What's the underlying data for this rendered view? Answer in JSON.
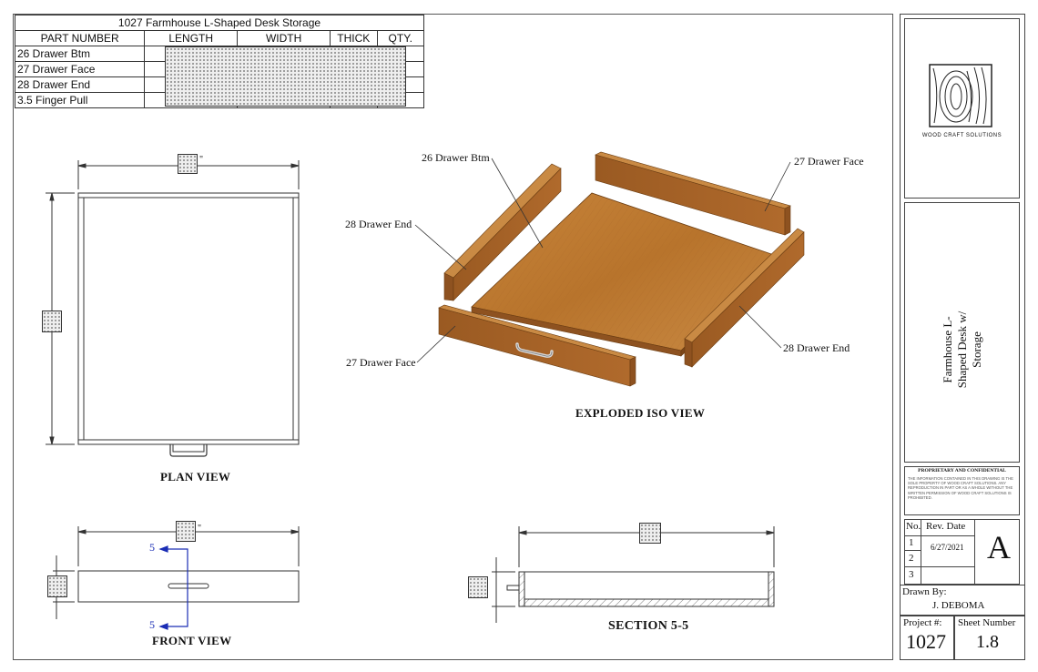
{
  "parts_table": {
    "title": "1027 Farmhouse L-Shaped Desk Storage",
    "headers": [
      "PART NUMBER",
      "LENGTH",
      "WIDTH",
      "THICK",
      "QTY."
    ],
    "rows": [
      "26 Drawer Btm",
      "27 Drawer Face",
      "28 Drawer End",
      "3.5 Finger Pull"
    ]
  },
  "views": {
    "plan": "PLAN VIEW",
    "exploded": "EXPLODED ISO VIEW",
    "front": "FRONT VIEW",
    "section": "SECTION 5-5"
  },
  "callouts": {
    "btm": "26 Drawer Btm",
    "end_left": "28 Drawer End",
    "face_top": "27 Drawer Face",
    "face_front": "27 Drawer Face",
    "end_right": "28 Drawer End"
  },
  "section_marks": {
    "top": "5",
    "bottom": "5"
  },
  "inch_marks": {
    "plan": "\"",
    "front": "\""
  },
  "title_block": {
    "company": "WOOD CRAFT SOLUTIONS",
    "project_name": "Farmhouse L-Shaped Desk w/ Storage",
    "proprietary_title": "PROPRIETARY AND CONFIDENTIAL",
    "proprietary_text": "THE INFORMATION CONTAINED IN THIS DRAWING IS THE SOLE PROPERTY OF WOOD CRAFT SOLUTIONS. ANY REPRODUCTION IN PART OR AS A WHOLE WITHOUT THE WRITTEN PERMISSION OF WOOD CRAFT SOLUTIONS IS PROHIBITED.",
    "rev_no_label": "No.",
    "rev_date_label": "Rev. Date",
    "rev_rows": [
      "1",
      "2",
      "3"
    ],
    "rev_date": "6/27/2021",
    "revision": "A",
    "drawn_by_label": "Drawn By:",
    "drawn_by": "J. DEBOMA",
    "project_label": "Project #:",
    "project_number": "1027",
    "sheet_label": "Sheet Number",
    "sheet_number": "1.8"
  }
}
